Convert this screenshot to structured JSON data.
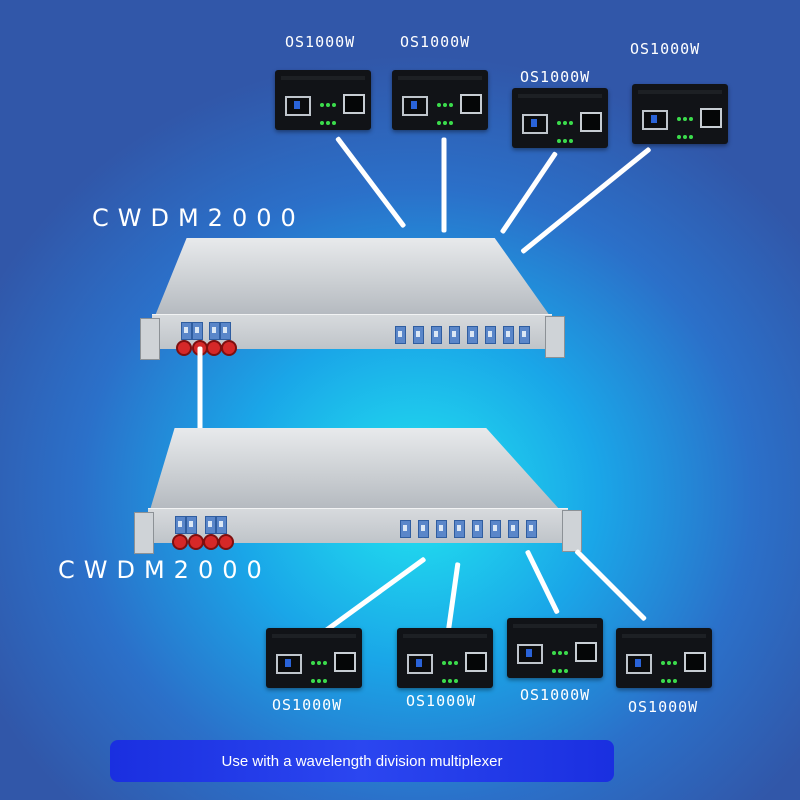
{
  "converter_label": "OS1000W",
  "mux_label": "CWDM2000",
  "banner_text": "Use with a wavelength division multiplexer",
  "colors": {
    "background_center": "#22e6f0",
    "background_edge": "#3157a9",
    "banner": "#2b46f0",
    "fiber_port": "#5a86c9",
    "fc_connector": "#d62828",
    "led": "#3bdc4c"
  },
  "icons": [
    "sfp-port-icon",
    "rj45-port-icon",
    "status-led-icon",
    "fiber-port-icon",
    "fc-connector-icon"
  ]
}
